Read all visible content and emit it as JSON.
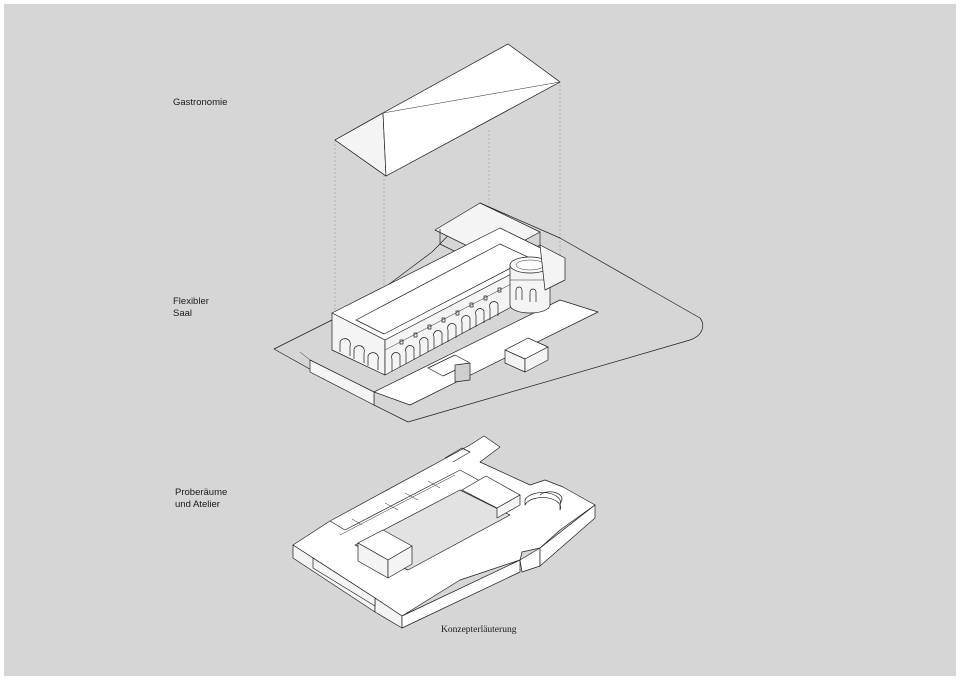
{
  "labels": {
    "gastronomie": "Gastronomie",
    "saal": "Flexibler\nSaal",
    "proberaeume": "Proberäume\nund Atelier"
  },
  "caption": "Konzepterläuterung",
  "colors": {
    "background": "#d6d6d6",
    "line": "#1e1e1e",
    "volume": "#ffffff"
  }
}
